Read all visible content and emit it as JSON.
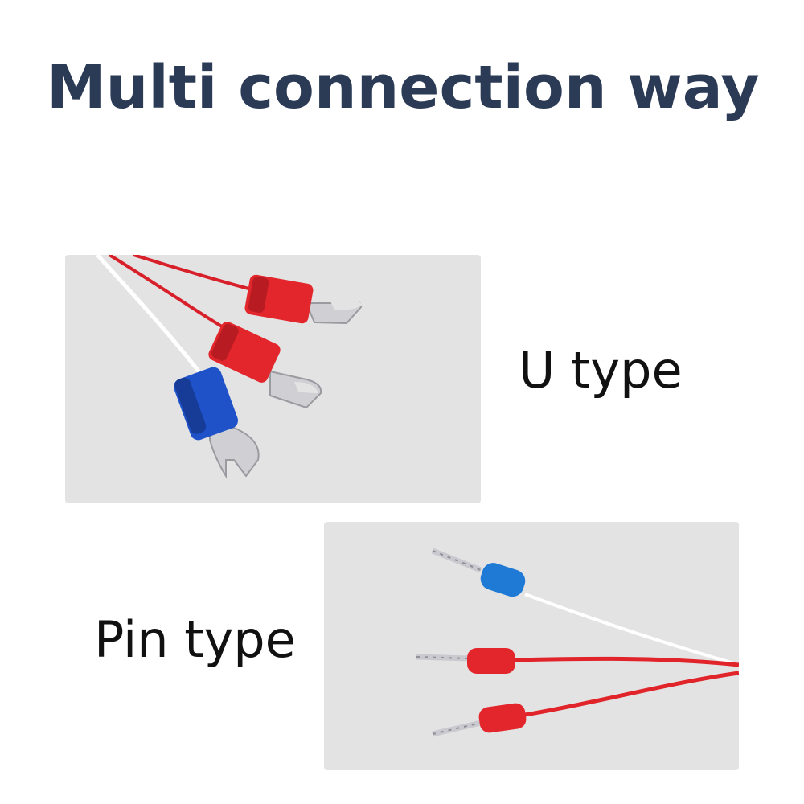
{
  "title": "Multi connection way",
  "labels": {
    "u_type": "U type",
    "pin_type": "Pin type"
  },
  "colors": {
    "title": "#2b3a55",
    "background_panel": "#e3e3e3",
    "red_terminal": "#e3262c",
    "blue_terminal": "#1f52c9",
    "red_wire": "#e0242a",
    "white_wire": "#ffffff",
    "metal": "#cfcfd4"
  }
}
